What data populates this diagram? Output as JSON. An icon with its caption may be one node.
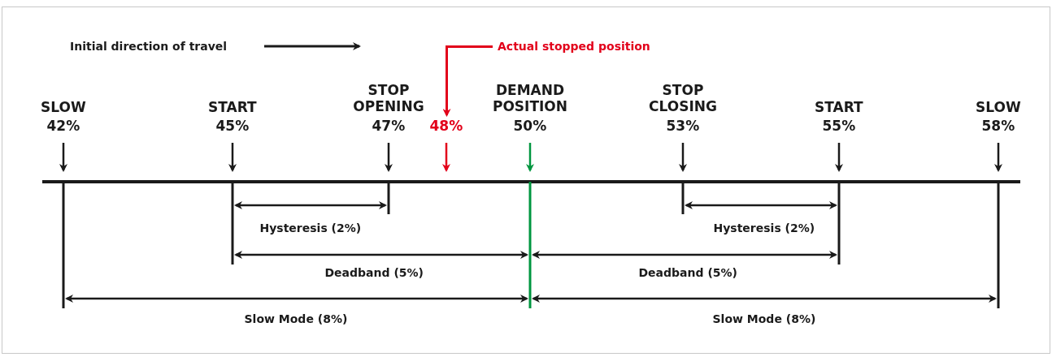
{
  "diagram": {
    "nodes": [
      {
        "text": [
          "Actual stopped position"
        ]
      },
      {
        "text": [
          "48%"
        ]
      }
    ],
    "edges": [
      {
        "from": 0,
        "to": 1,
        "arrow": "to",
        "color": "#e2001a"
      }
    ],
    "labels": [
      "Initial direction of travel",
      "SLOW",
      "42%",
      "START",
      "45%",
      "STOP OPENING",
      "47%",
      "DEMAND POSITION",
      "50%",
      "STOP CLOSING",
      "53%",
      "START",
      "55%",
      "SLOW",
      "58%",
      "Hysteresis (2%)",
      "Hysteresis (2%)",
      "Deadband (5%)",
      "Deadband (5%)",
      "Slow Mode (8%)",
      "Slow Mode (8%)"
    ]
  }
}
